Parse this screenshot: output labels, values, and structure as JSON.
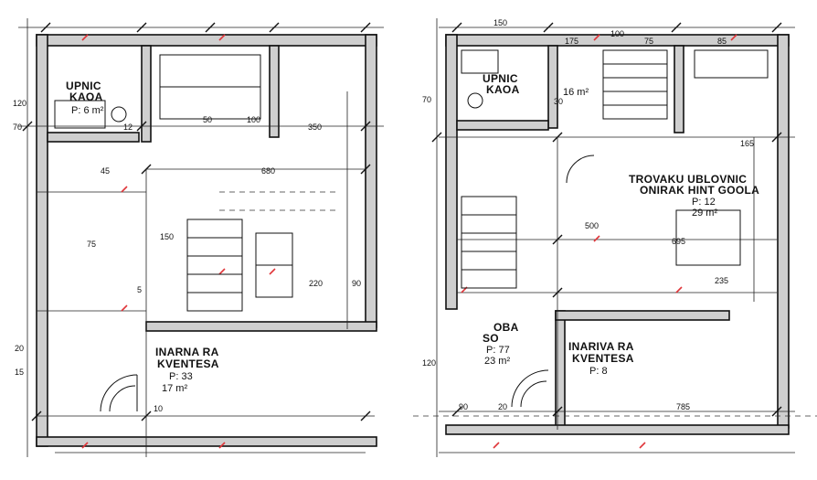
{
  "plan_left": {
    "rooms": {
      "kupaonica": {
        "name_lines": [
          "UPNIC",
          "KAOA"
        ],
        "area": "P: 6 m²"
      },
      "kuhinja": {
        "name_lines": [
          "INARNA RA",
          "KVENTESA"
        ],
        "code": "P: 33",
        "area": "17 m²"
      }
    },
    "dims": [
      "120",
      "70",
      "50",
      "100",
      "350",
      "680",
      "75",
      "20",
      "15",
      "150",
      "220",
      "90",
      "10",
      "5",
      "45",
      "12"
    ]
  },
  "plan_right": {
    "rooms": {
      "kupaonica": {
        "name_lines": [
          "UPNIC",
          "KAOA"
        ],
        "area": "16 m²"
      },
      "dnevni": {
        "name_lines": [
          "TROVAKU UBLOVNIC",
          "ONIRAK HINT GOOLA"
        ],
        "code": "P: 12",
        "area": "29 m²"
      },
      "soba": {
        "name_lines": [
          "OBA",
          "SO"
        ],
        "code": "P: 77",
        "area": "23 m²"
      },
      "kuhinja": {
        "name_lines": [
          "INARIVA RA",
          "KVENTESA"
        ],
        "code": "P: 8",
        "area": ""
      }
    },
    "dims": [
      "150",
      "175",
      "100",
      "75",
      "85",
      "70",
      "30",
      "90",
      "785",
      "20",
      "235",
      "165",
      "695",
      "120",
      "500"
    ]
  },
  "colors": {
    "wall": "#cfcfcf",
    "line": "#111111",
    "accent": "#e0363a"
  }
}
